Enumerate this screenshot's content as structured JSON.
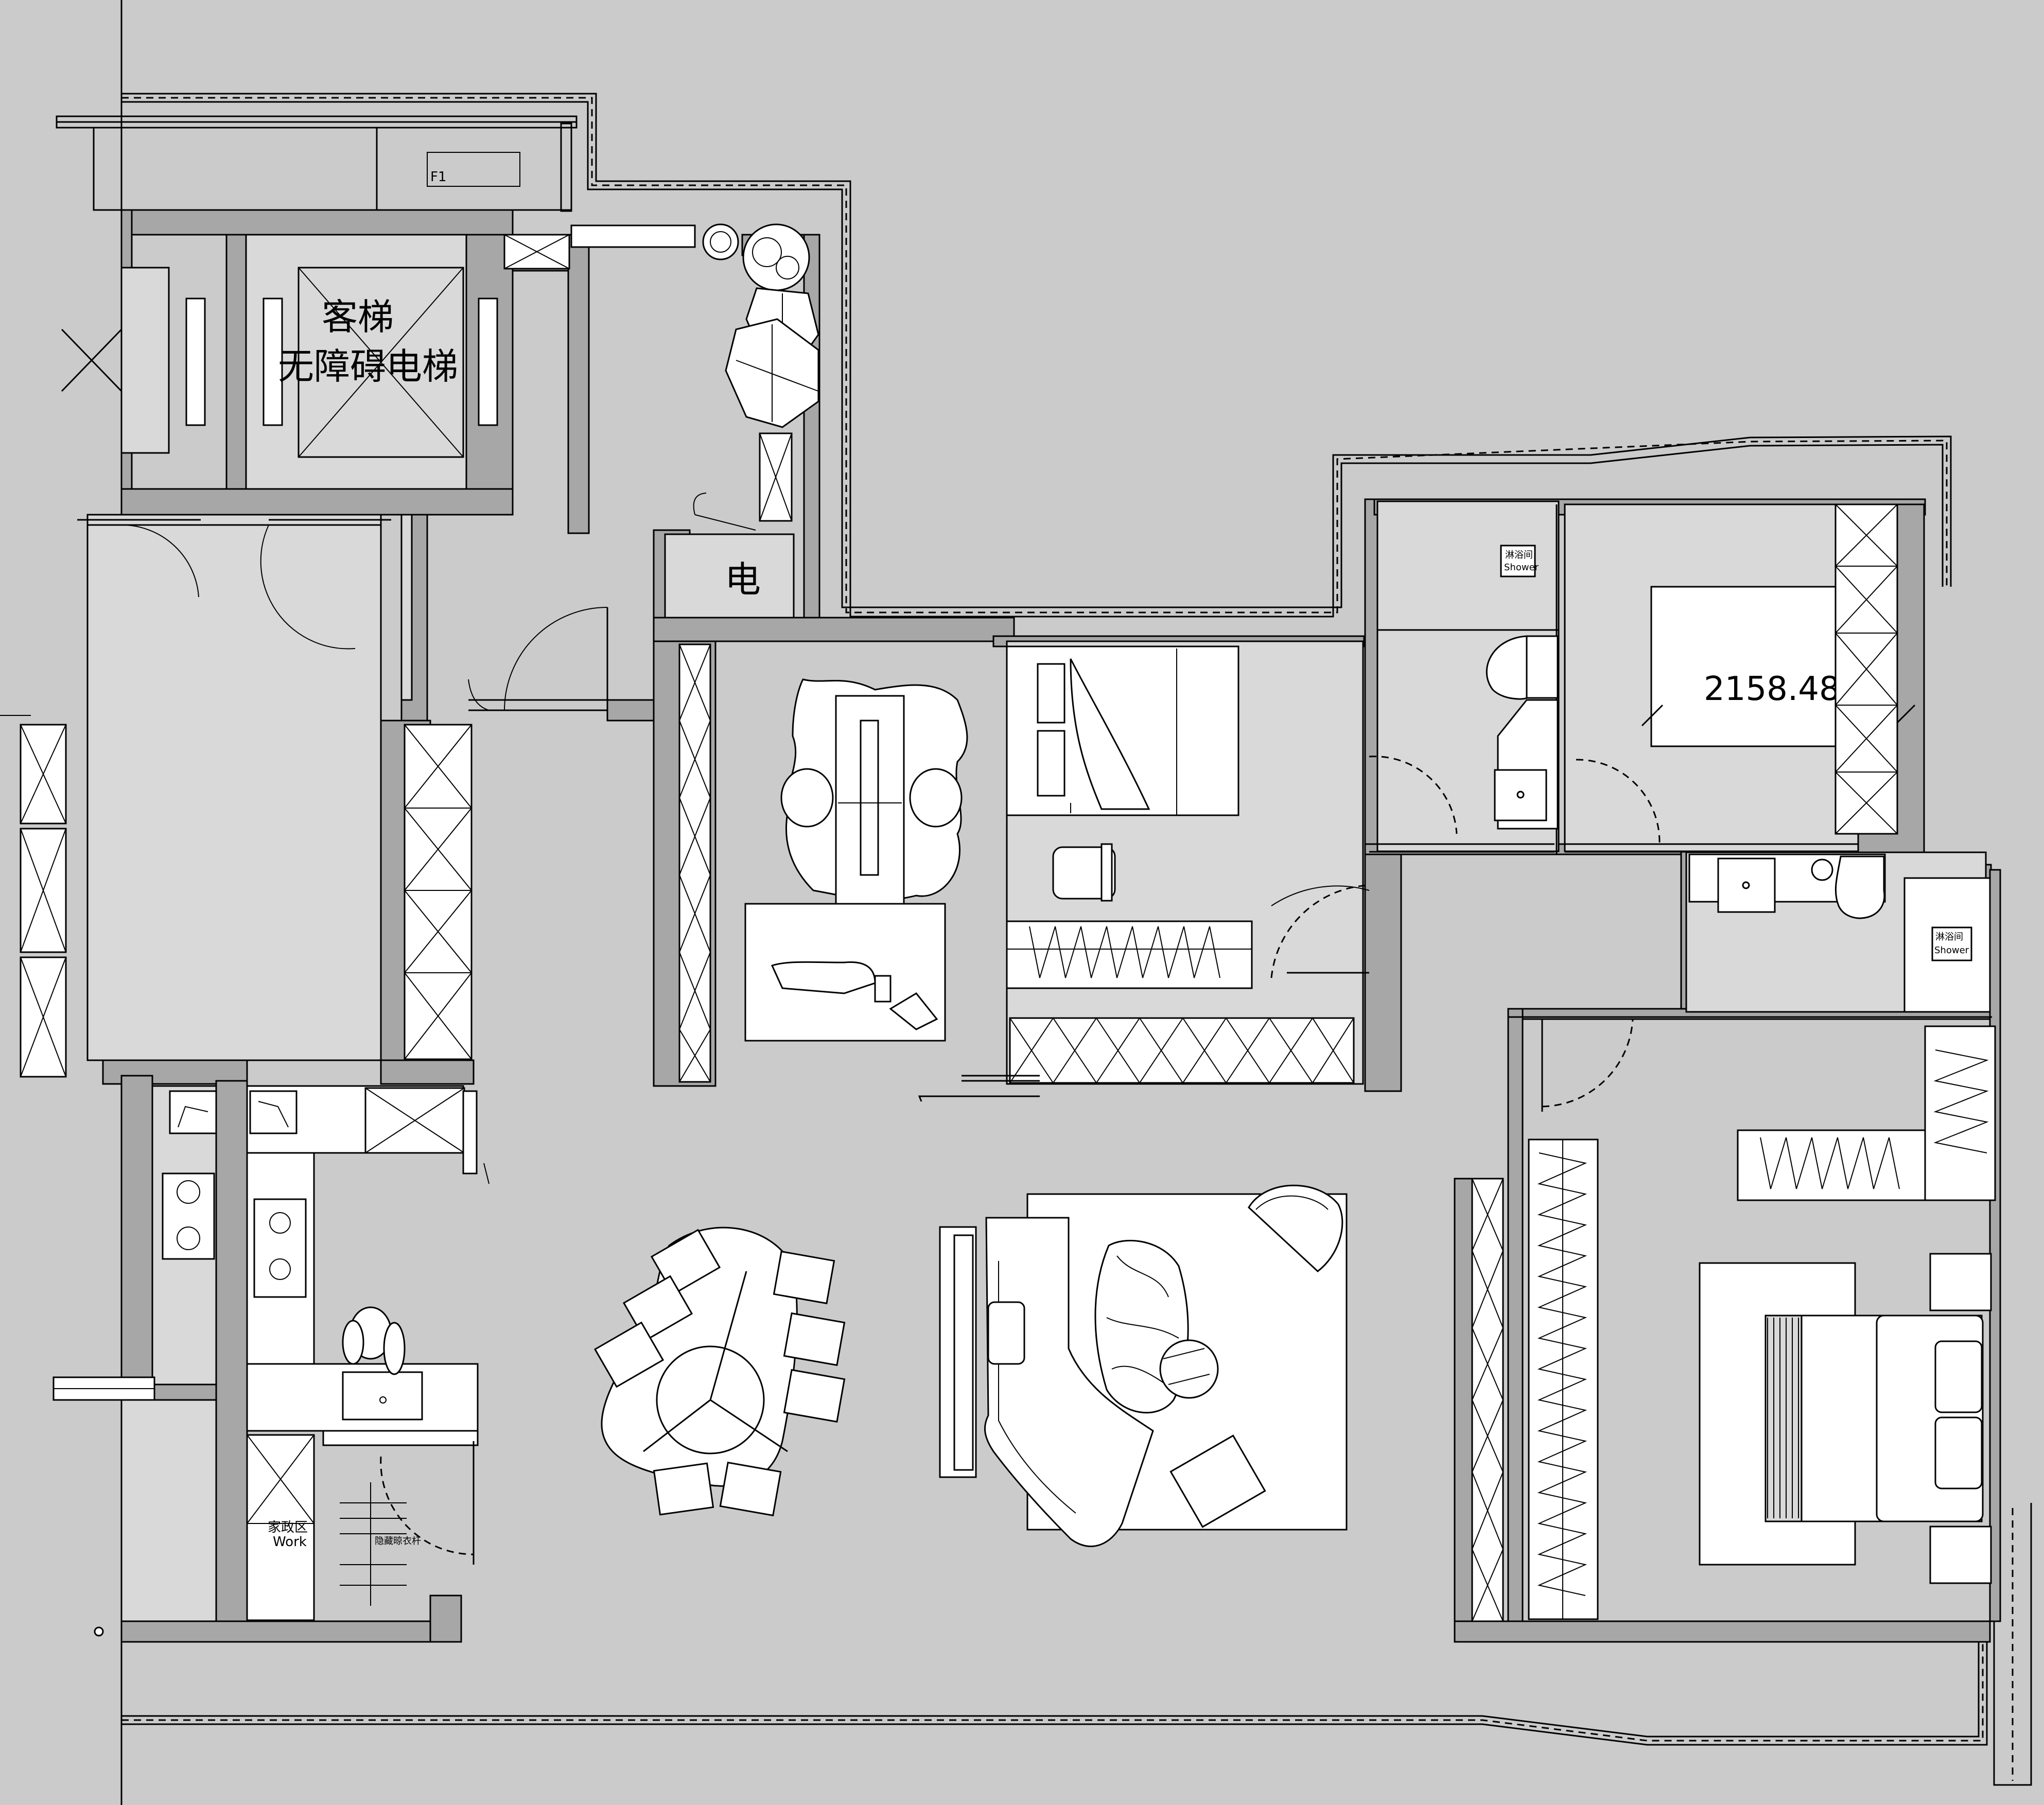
{
  "labels": {
    "elevator_line1": "客梯",
    "elevator_line2": "无障碍电梯",
    "electric": "电",
    "f1": "F1",
    "dimension": "2158.482",
    "shower_top_cn": "淋浴间",
    "shower_top_en": "Shower",
    "shower_right_cn": "淋浴间",
    "shower_right_en": "Shower",
    "work_cn": "家政区",
    "work_en": "Work",
    "hidden_rail": "隐藏晾衣杆"
  },
  "colors": {
    "background": "#cbcbcb",
    "wall": "#a7a7a7",
    "furniture": "#ffffff",
    "line": "#000000"
  },
  "icons": [
    "elevator-cross-icon",
    "door-swing-icon",
    "wardrobe-cross-icon",
    "toilet-icon",
    "sink-icon",
    "stove-icon",
    "plant-icon",
    "chair-icon",
    "bed-icon",
    "sofa-icon"
  ]
}
